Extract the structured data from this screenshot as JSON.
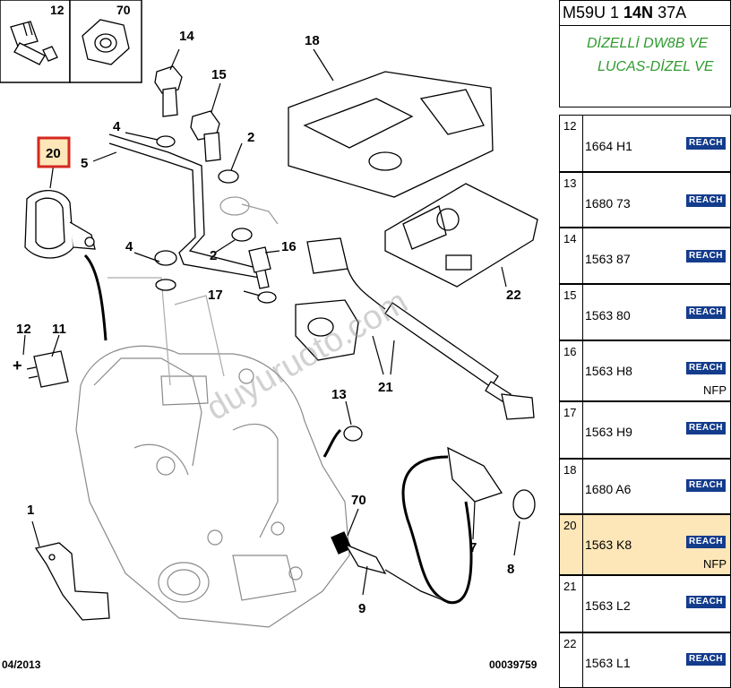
{
  "diagram": {
    "callouts": [
      "12",
      "70",
      "14",
      "18",
      "15",
      "4",
      "2",
      "20",
      "5",
      "4",
      "2",
      "16",
      "22",
      "12",
      "11",
      "17",
      "21",
      "13",
      "1",
      "70",
      "7",
      "8",
      "9"
    ],
    "selected_callout": "20",
    "date": "04/2013",
    "ref_code": "00039759",
    "watermark": "duyuruoto.com",
    "accent": "#d4281f",
    "highlight": "#fde6b8"
  },
  "panel": {
    "ref_parts": [
      "M59U 1 ",
      "14N",
      " 37A"
    ],
    "engine_line1": "DİZELLİ DW8B VE",
    "engine_line2": "LUCAS-DİZEL VE",
    "reach_label": "REACH",
    "rows": [
      {
        "num": "12",
        "part": "1664 H1",
        "nfp": ""
      },
      {
        "num": "13",
        "part": "1680 73",
        "nfp": ""
      },
      {
        "num": "14",
        "part": "1563 87",
        "nfp": ""
      },
      {
        "num": "15",
        "part": "1563 80",
        "nfp": ""
      },
      {
        "num": "16",
        "part": "1563 H8",
        "nfp": "NFP"
      },
      {
        "num": "17",
        "part": "1563 H9",
        "nfp": ""
      },
      {
        "num": "18",
        "part": "1680 A6",
        "nfp": ""
      },
      {
        "num": "20",
        "part": "1563 K8",
        "nfp": "NFP"
      },
      {
        "num": "21",
        "part": "1563 L2",
        "nfp": ""
      },
      {
        "num": "22",
        "part": "1563 L1",
        "nfp": ""
      }
    ]
  }
}
